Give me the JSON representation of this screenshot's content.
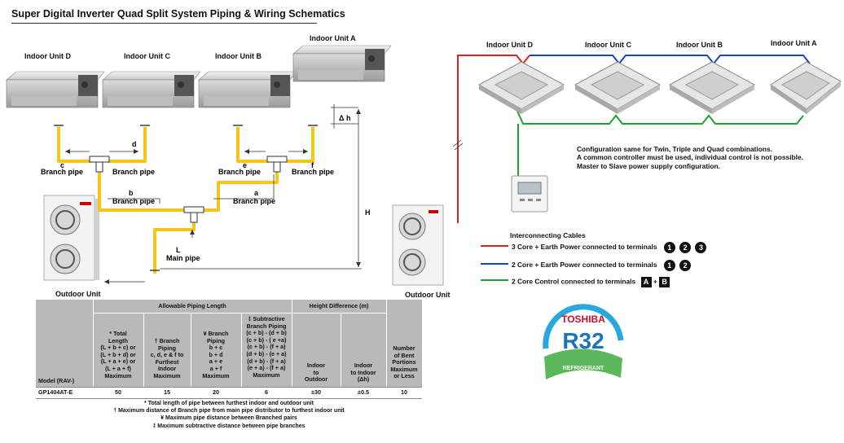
{
  "title": "Super Digital Inverter Quad Split System Piping & Wiring Schematics",
  "left_diagram": {
    "indoor_units": [
      "Indoor Unit D",
      "Indoor Unit C",
      "Indoor Unit B",
      "Indoor Unit A"
    ],
    "outdoor_unit": "Outdoor Unit",
    "branch_pipe_label": "Branch pipe",
    "letters": {
      "a": "a",
      "b": "b",
      "c": "c",
      "d": "d",
      "e": "e",
      "f": "f"
    },
    "main_pipe_letter": "L",
    "main_pipe_label": "Main pipe",
    "delta_h": "Δ h",
    "h": "H"
  },
  "right_diagram": {
    "indoor_units": [
      "Indoor Unit D",
      "Indoor Unit C",
      "Indoor Unit B",
      "Indoor Unit A"
    ],
    "outdoor_unit": "Outdoor Unit",
    "config_lines": [
      "Configuration same for Twin, Triple and Quad combinations.",
      "A common controller must be used, individual control is not possible.",
      "Master to Slave power supply configuration."
    ],
    "legend_title": "Interconnecting Cables",
    "legend": [
      {
        "text": "3 Core + Earth Power connected to terminals",
        "badges": [
          "1",
          "2",
          "3"
        ],
        "color": "#e02020"
      },
      {
        "text": "2 Core + Earth Power connected to terminals",
        "badges": [
          "1",
          "2"
        ],
        "color": "#2040c8"
      },
      {
        "text": "2 Core Control connected to terminals",
        "badges": [
          "A",
          "B"
        ],
        "separator": "+",
        "color": "#20a030"
      }
    ]
  },
  "logo": {
    "brand": "TOSHIBA",
    "model": "R32",
    "sub": "REFRIGERANT"
  },
  "table": {
    "group_allowable": "Allowable Piping Length",
    "group_height": "Height Difference (m)",
    "col_model": "Model (RAV-)",
    "col_total": [
      "* Total",
      "Length",
      "(L + b + c) or",
      "(L + b + d) or",
      "(L + a + e) or",
      "(L + a + f)",
      "Maximum"
    ],
    "col_branch": [
      "† Branch",
      "Piping",
      "c, d, e & f to",
      "Furthest",
      "Indoor",
      "Maximum"
    ],
    "col_ybranch": [
      "¥ Branch",
      "Piping",
      "b + c",
      "b + d",
      "a + e",
      "a + f",
      "Maximum"
    ],
    "col_subtractive": [
      "‡ Subtractive",
      "Branch Piping",
      "(c + b) - (d + b)",
      "(c + b) - ( e +a)",
      "(c + b) - (f + a)",
      "(d + b) - (e + a)",
      "(d + b) - (f + a)",
      "(e + a) - (f + a)",
      "Maximum"
    ],
    "col_indoor_outdoor": [
      "Indoor",
      "to",
      "Outdoor"
    ],
    "col_indoor_indoor": [
      "Indoor",
      "to Indoor",
      "(Δh)"
    ],
    "col_bent": [
      "Number",
      "of Bent",
      "Portions",
      "Maximum",
      "or Less"
    ],
    "row": {
      "model": "GP1404AT-E",
      "total": "50",
      "branch": "15",
      "ybranch": "20",
      "subtractive": "6",
      "io": "±30",
      "ii": "±0.5",
      "bent": "10"
    }
  },
  "notes": [
    "* Total length of pipe between furthest indoor and outdoor unit",
    "† Maximum distance of Branch pipe from main pipe distributor to furthest indoor unit",
    "¥  Maximum pipe distance between Branched pairs",
    "‡ Maximum subtractive distance between pipe branches"
  ],
  "colors": {
    "pipe": "#f5c518",
    "red": "#e02020",
    "blue": "#2040c8",
    "green": "#20a030",
    "table_header": "#b9b9b9"
  }
}
